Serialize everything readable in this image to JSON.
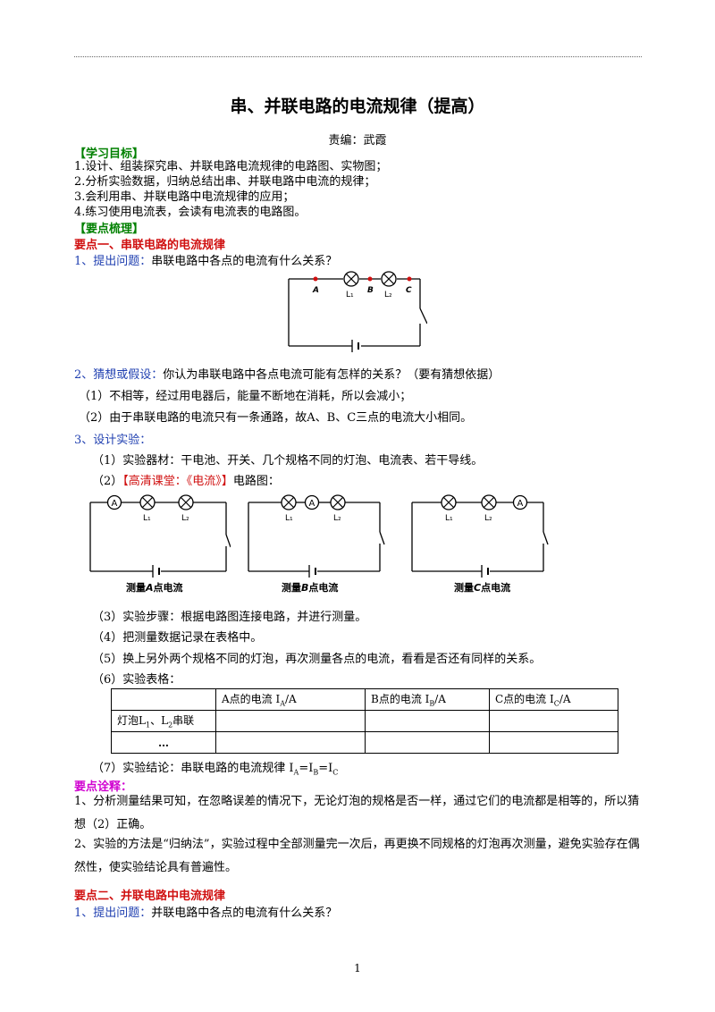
{
  "title": "串、并联电路的电流规律（提高）",
  "editor": "责编：武霞",
  "goals_header": "【学习目标】",
  "goals": [
    "1.设计、组装探究串、并联电路电流规律的电路图、实物图；",
    "2.分析实验数据，归纳总结出串、并联电路中电流的规律；",
    "3.会利用串、并联电路中电流规律的应用；",
    "4.练习使用电流表，会读有电流表的电路图。"
  ],
  "keypoints_header": "【要点梳理】",
  "kp1_title": "要点一、串联电路的电流规律",
  "q1_label": "1、提出问题：",
  "q1_text": "串联电路中各点的电流有什么关系？",
  "diagram_main": {
    "A": "A",
    "B": "B",
    "C": "C",
    "L1": "L₁",
    "L2": "L₂"
  },
  "q2_label": "2、猜想或假设：",
  "q2_text": "你认为串联电路中各点电流可能有怎样的关系？（要有猜想依据）",
  "guess1": "（1）不相等，经过用电器后，能量不断地在消耗，所以会减小；",
  "guess2": "（2）由于串联电路的电流只有一条通路，故A、B、C三点的电流大小相同。",
  "q3_label": "3、设计实验：",
  "exp1": "（1）实验器材：干电池、开关、几个规格不同的灯泡、电流表、若干导线。",
  "exp2_pre": "（2）",
  "exp2_link_open": "【",
  "exp2_link": "高清课堂：《电流》",
  "exp2_link_close": "】",
  "exp2_post": "电路图：",
  "circuits": {
    "meter": "A",
    "L1": "L₁",
    "L2": "L₂",
    "caption_a_pre": "测量",
    "caption_a_letter": "A",
    "caption_a_post": "点电流",
    "caption_b_pre": "测量",
    "caption_b_letter": "B",
    "caption_b_post": "点电流",
    "caption_c_pre": "测量",
    "caption_c_letter": "C",
    "caption_c_post": "点电流"
  },
  "exp3": "（3）实验步骤：根据电路图连接电路，并进行测量。",
  "exp4": "（4）把测量数据记录在表格中。",
  "exp5": "（5）换上另外两个规格不同的灯泡，再次测量各点的电流，看看是否还有同样的关系。",
  "exp6": "（6）实验表格：",
  "table": {
    "h_a_pre": "A点的电流 I",
    "h_a_sub": "A",
    "h_a_post": "/A",
    "h_b_pre": "B点的电流 I",
    "h_b_sub": "B",
    "h_b_post": "/A",
    "h_c_pre": "C点的电流 I",
    "h_c_sub": "C",
    "h_c_post": "/A",
    "row1_pre": "灯泡L",
    "row1_sub1": "1",
    "row1_mid": "、L",
    "row1_sub2": "2",
    "row1_post": "串联",
    "row2": "…"
  },
  "exp7_pre": "（7）实验结论：串联电路的电流规律 I",
  "exp7_a": "A",
  "exp7_eq1": "=I",
  "exp7_b": "B",
  "exp7_eq2": "=I",
  "exp7_c": "C",
  "notes_header": "要点诠释：",
  "note1": "1、分析测量结果可知，在忽略误差的情况下，无论灯泡的规格是否一样，通过它们的电流都是相等的，所以猜想（2）正确。",
  "note2": "2、实验的方法是“归纳法”，实验过程中全部测量完一次后，再更换不同规格的灯泡再次测量，避免实验存在偶然性，使实验结论具有普遍性。",
  "kp2_title": "要点二、并联电路中电流规律",
  "kp2_q1_label": "1、提出问题：",
  "kp2_q1_text": "并联电路中各点的电流有什么关系？",
  "page_number": "1"
}
